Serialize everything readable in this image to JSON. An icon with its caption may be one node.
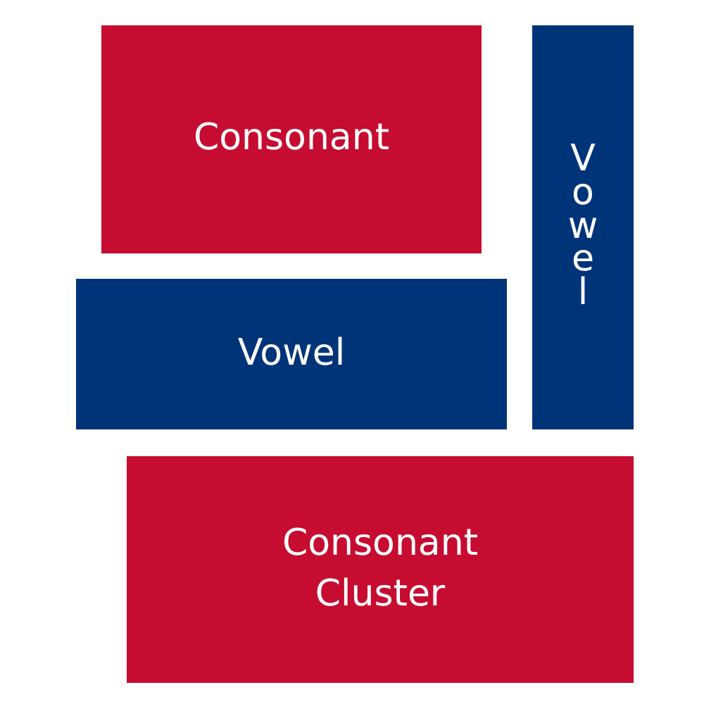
{
  "diagram": {
    "nodes": [
      {
        "text": [
          "Consonant"
        ]
      },
      {
        "text": [
          "Vowel"
        ]
      },
      {
        "text": [
          "Vowel"
        ]
      },
      {
        "text": [
          "Consonant Cluster"
        ]
      }
    ]
  }
}
